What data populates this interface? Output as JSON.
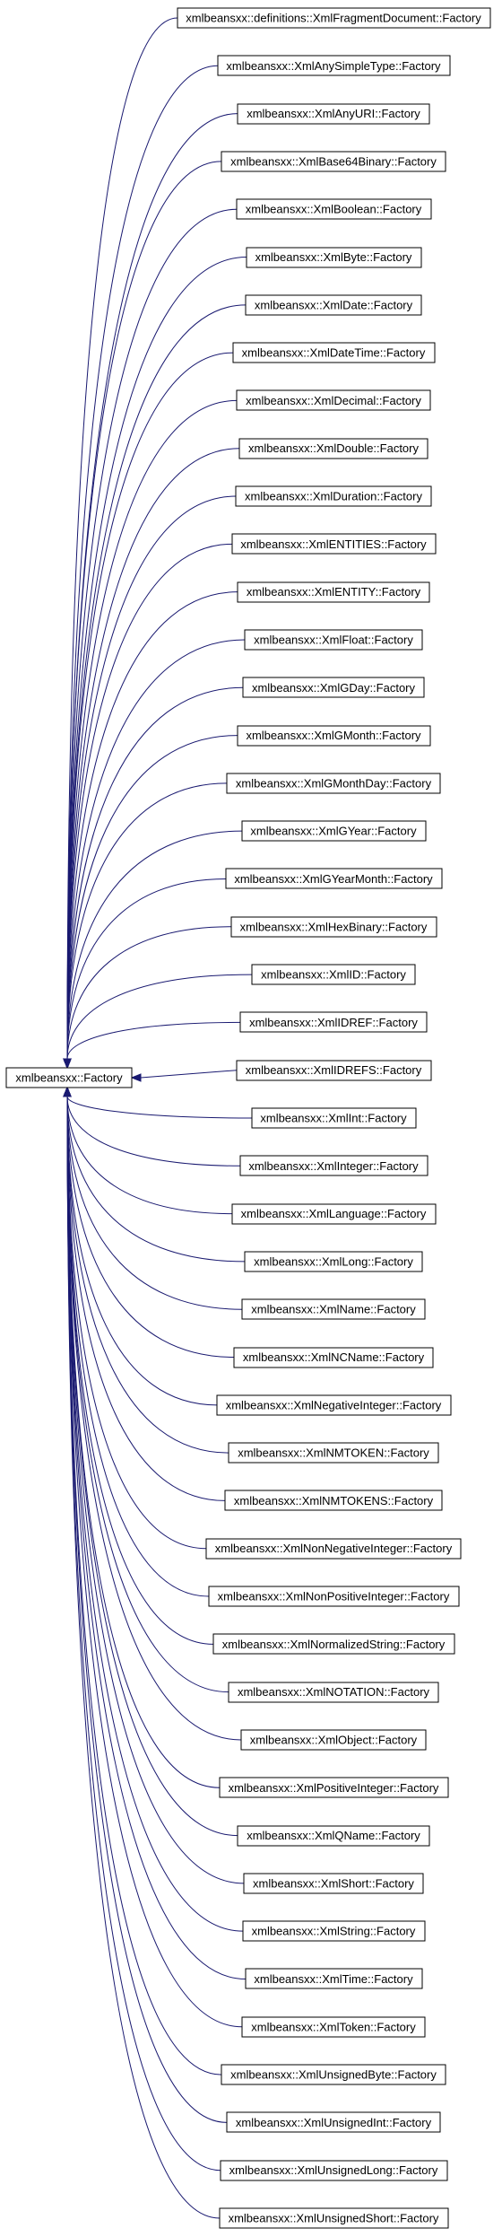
{
  "diagram": {
    "base": "xmlbeansxx::Factory",
    "edge_color": "#191970",
    "box_stroke": "#000000",
    "box_fill": "#ffffff",
    "derived": [
      "xmlbeansxx::definitions::XmlFragmentDocument::Factory",
      "xmlbeansxx::XmlAnySimpleType::Factory",
      "xmlbeansxx::XmlAnyURI::Factory",
      "xmlbeansxx::XmlBase64Binary::Factory",
      "xmlbeansxx::XmlBoolean::Factory",
      "xmlbeansxx::XmlByte::Factory",
      "xmlbeansxx::XmlDate::Factory",
      "xmlbeansxx::XmlDateTime::Factory",
      "xmlbeansxx::XmlDecimal::Factory",
      "xmlbeansxx::XmlDouble::Factory",
      "xmlbeansxx::XmlDuration::Factory",
      "xmlbeansxx::XmlENTITIES::Factory",
      "xmlbeansxx::XmlENTITY::Factory",
      "xmlbeansxx::XmlFloat::Factory",
      "xmlbeansxx::XmlGDay::Factory",
      "xmlbeansxx::XmlGMonth::Factory",
      "xmlbeansxx::XmlGMonthDay::Factory",
      "xmlbeansxx::XmlGYear::Factory",
      "xmlbeansxx::XmlGYearMonth::Factory",
      "xmlbeansxx::XmlHexBinary::Factory",
      "xmlbeansxx::XmlID::Factory",
      "xmlbeansxx::XmlIDREF::Factory",
      "xmlbeansxx::XmlIDREFS::Factory",
      "xmlbeansxx::XmlInt::Factory",
      "xmlbeansxx::XmlInteger::Factory",
      "xmlbeansxx::XmlLanguage::Factory",
      "xmlbeansxx::XmlLong::Factory",
      "xmlbeansxx::XmlName::Factory",
      "xmlbeansxx::XmlNCName::Factory",
      "xmlbeansxx::XmlNegativeInteger::Factory",
      "xmlbeansxx::XmlNMTOKEN::Factory",
      "xmlbeansxx::XmlNMTOKENS::Factory",
      "xmlbeansxx::XmlNonNegativeInteger::Factory",
      "xmlbeansxx::XmlNonPositiveInteger::Factory",
      "xmlbeansxx::XmlNormalizedString::Factory",
      "xmlbeansxx::XmlNOTATION::Factory",
      "xmlbeansxx::XmlObject::Factory",
      "xmlbeansxx::XmlPositiveInteger::Factory",
      "xmlbeansxx::XmlQName::Factory",
      "xmlbeansxx::XmlShort::Factory",
      "xmlbeansxx::XmlString::Factory",
      "xmlbeansxx::XmlTime::Factory",
      "xmlbeansxx::XmlToken::Factory",
      "xmlbeansxx::XmlUnsignedByte::Factory",
      "xmlbeansxx::XmlUnsignedInt::Factory",
      "xmlbeansxx::XmlUnsignedLong::Factory",
      "xmlbeansxx::XmlUnsignedShort::Factory"
    ]
  }
}
